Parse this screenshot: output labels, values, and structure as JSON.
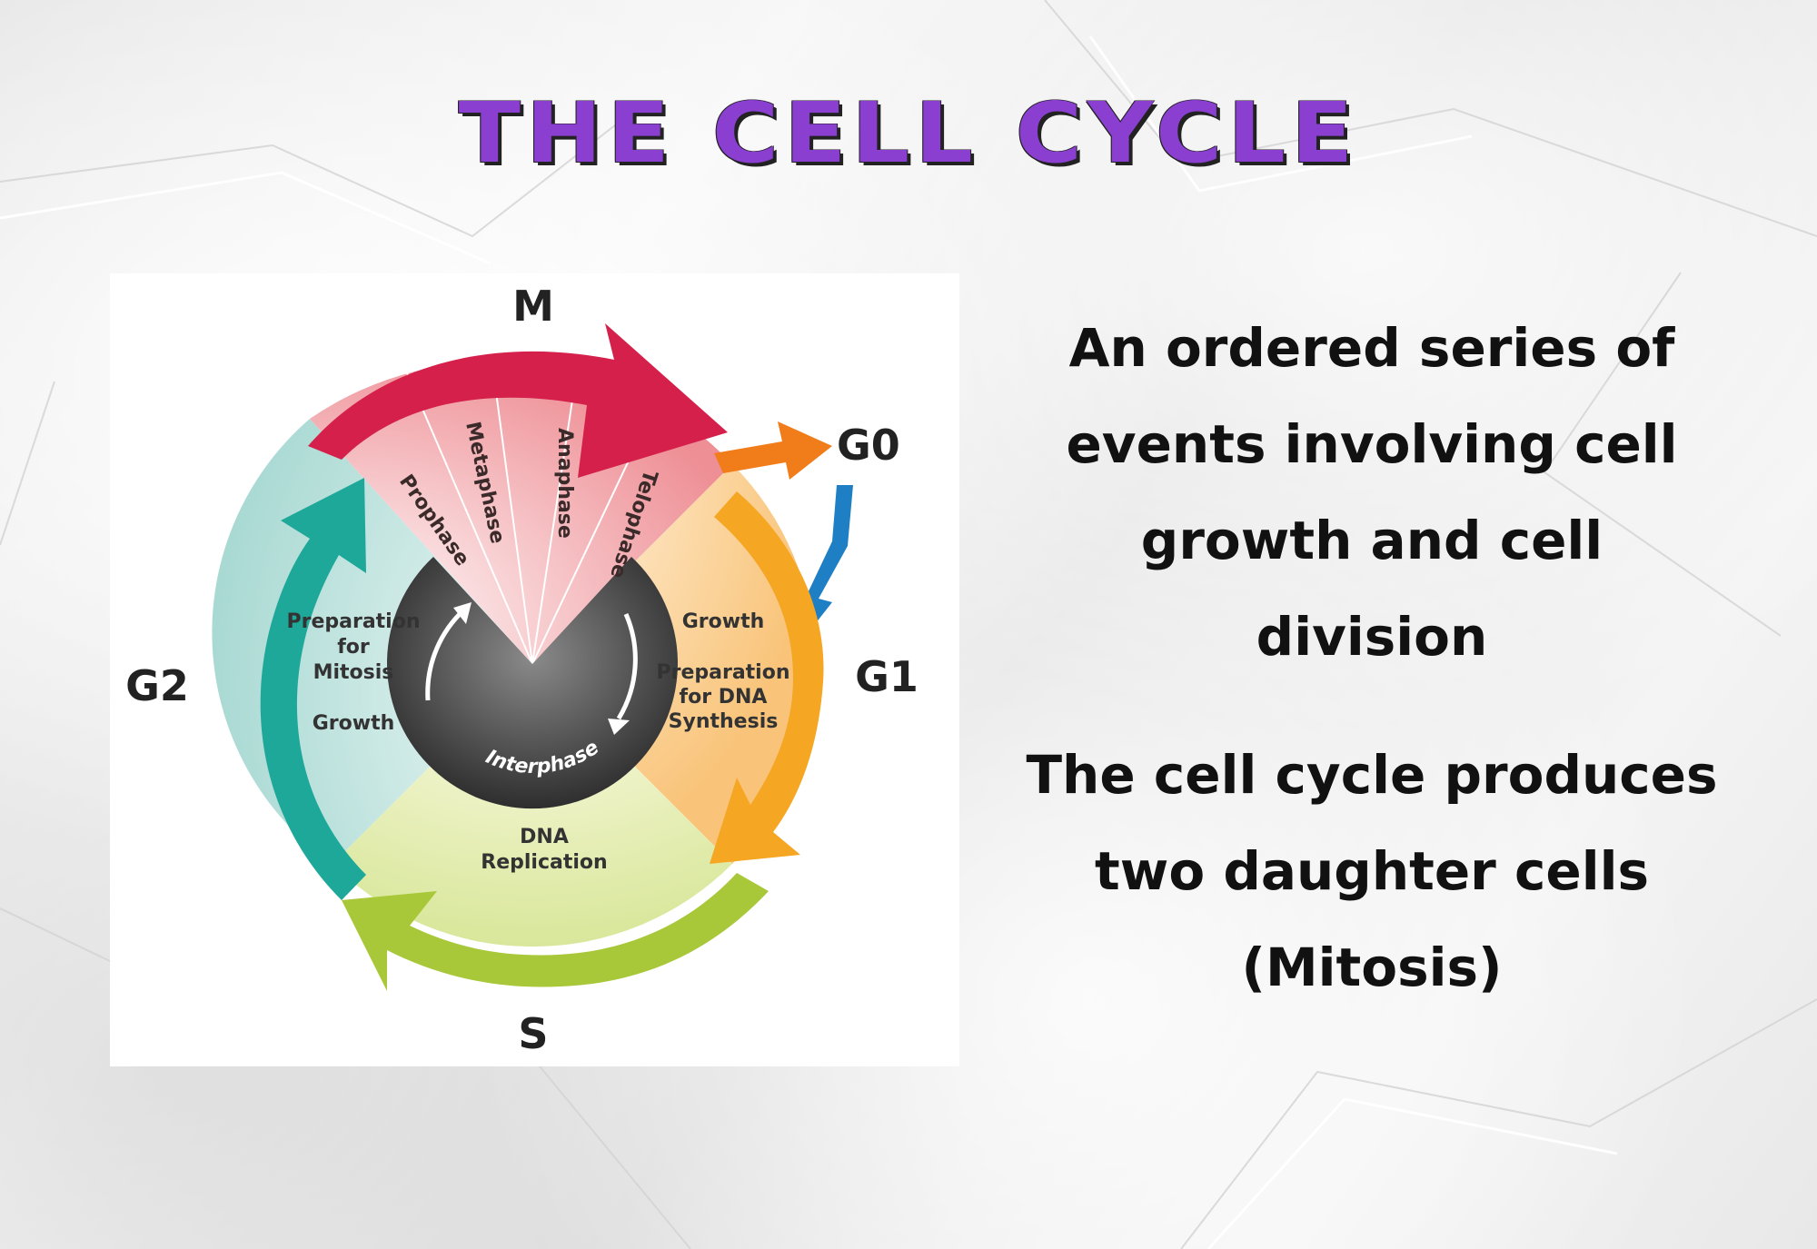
{
  "title": "THE CELL CYCLE",
  "diagram": {
    "phases": {
      "m": "M",
      "g0": "G0",
      "g1": "G1",
      "s": "S",
      "g2": "G2"
    },
    "mitosis_stages": [
      "Prophase",
      "Metaphase",
      "Anaphase",
      "Telophase"
    ],
    "g1_text": [
      "Growth",
      "Preparation",
      "for DNA",
      "Synthesis"
    ],
    "g2_text": [
      "Preparation",
      "for",
      "Mitosis",
      "Growth"
    ],
    "s_text": [
      "DNA",
      "Replication"
    ],
    "center": "Interphase"
  },
  "description": {
    "line1": [
      "An ordered series of",
      "events involving cell",
      "growth and cell",
      "division"
    ],
    "line2": [
      "The cell cycle produces",
      "two daughter cells",
      "(Mitosis)"
    ]
  },
  "colors": {
    "title": "#8a3fd0",
    "m_arrow": "#d4204a",
    "g0_arrow": "#f07c1a",
    "g0_return": "#1f7fc4",
    "g1_arrow": "#f5a623",
    "s_arrow": "#a8c83a",
    "g2_arrow": "#1ea89a"
  }
}
